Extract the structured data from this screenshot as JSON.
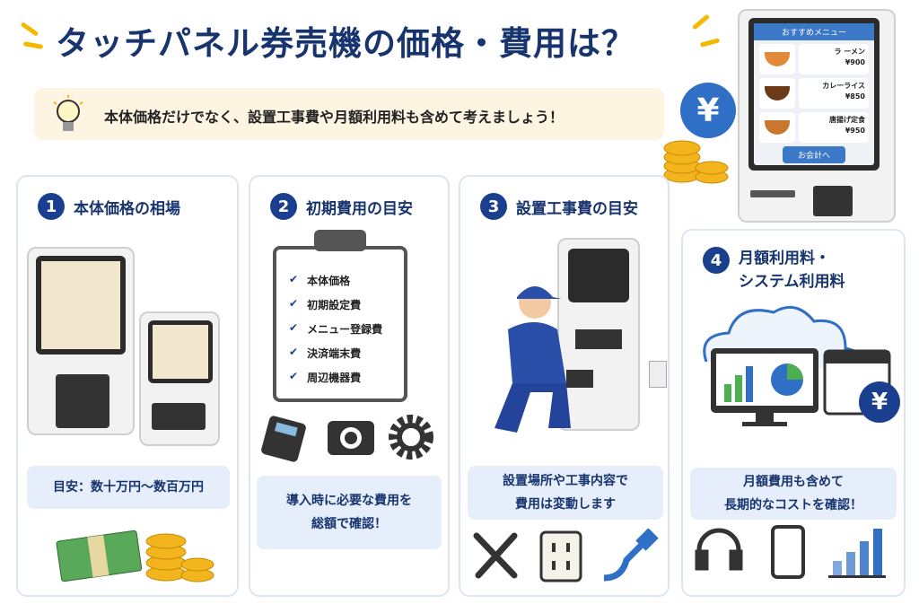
{
  "title": "タッチパネル券売機の価格・費用は？",
  "tip": "本体価格だけでなく、設置工事費や月額利用料も含めて考えましょう！",
  "kiosk": {
    "header": "おすすめメニュー",
    "items": [
      {
        "name": "ラ ーメン",
        "price": "¥900"
      },
      {
        "name": "カレーライス",
        "price": "¥850"
      },
      {
        "name": "唐揚げ定食",
        "price": "¥950"
      }
    ],
    "checkout": "お会計へ",
    "yen": "¥"
  },
  "cards": [
    {
      "num": "1",
      "title": "本体価格の相場",
      "note": "目安：数十万円～数百万円"
    },
    {
      "num": "2",
      "title": "初期費用の目安",
      "checklist": [
        "本体価格",
        "初期設定費",
        "メニュー登録費",
        "決済端末費",
        "周辺機器費"
      ],
      "note1": "導入時に必要な費用を",
      "note2": "総額で確認！"
    },
    {
      "num": "3",
      "title": "設置工事費の目安",
      "note1": "設置場所や工事内容で",
      "note2": "費用は変動します"
    },
    {
      "num": "4",
      "title1": "月額利用料・",
      "title2": "システム利用料",
      "note1": "月額費用も含めて",
      "note2": "長期的なコストを確認！",
      "yen": "¥"
    }
  ],
  "colors": {
    "navy": "#17346f",
    "accent": "#1a3f8f",
    "light": "#e5eefa"
  }
}
